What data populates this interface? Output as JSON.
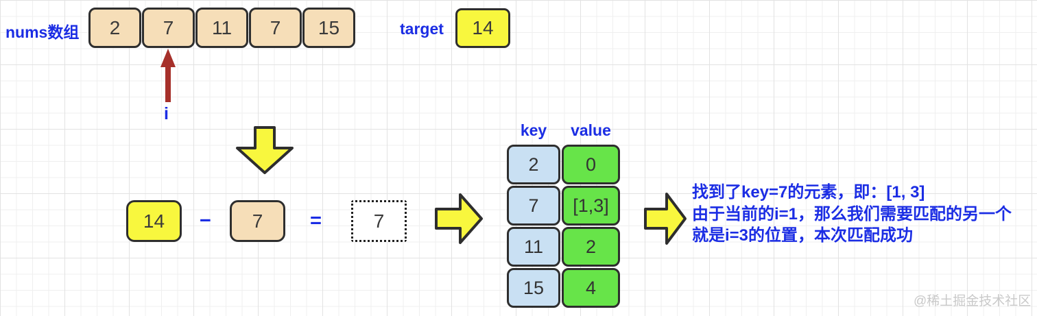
{
  "nums": {
    "label": "nums数组",
    "values": [
      "2",
      "7",
      "11",
      "7",
      "15"
    ],
    "pointer_label": "i"
  },
  "target": {
    "label": "target",
    "value": "14"
  },
  "equation": {
    "minuend": "14",
    "minus_sign": "−",
    "subtrahend": "7",
    "equals_sign": "=",
    "result": "7"
  },
  "hashmap": {
    "key_header": "key",
    "value_header": "value",
    "rows": [
      {
        "key": "2",
        "value": "0"
      },
      {
        "key": "7",
        "value": "[1,3]"
      },
      {
        "key": "11",
        "value": "2"
      },
      {
        "key": "15",
        "value": "4"
      }
    ]
  },
  "annotation": {
    "line1": "找到了key=7的元素，即：[1, 3]",
    "line2": "由于当前的i=1，那么我们需要匹配的另一个",
    "line3": "就是i=3的位置，本次匹配成功"
  },
  "watermark": "@稀土掘金技术社区",
  "colors": {
    "accent_blue": "#1b2de4",
    "array_cell_fill": "#f6deb8",
    "highlight_yellow": "#f8f73e",
    "key_cell_fill": "#c9e0f3",
    "value_cell_fill": "#67e449",
    "pointer_red": "#a6302a",
    "outline_dark": "#2e2e2e"
  }
}
